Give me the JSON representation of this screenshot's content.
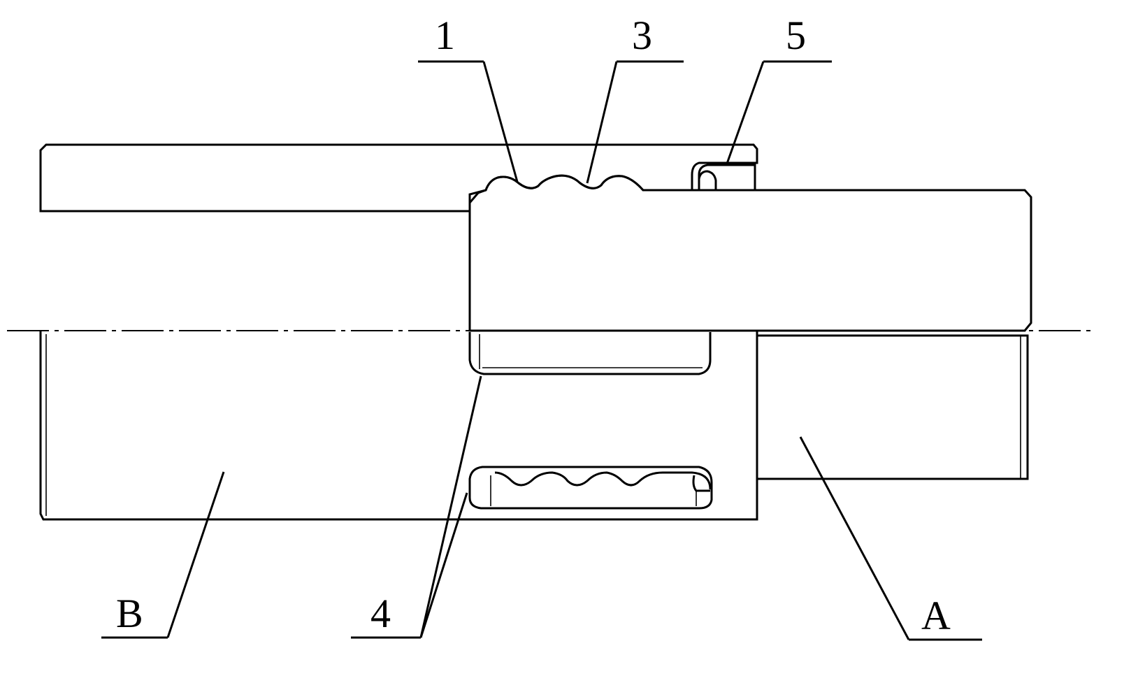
{
  "figure": {
    "type": "mechanical cross-section drawing",
    "line_color": "#000000",
    "background": "#ffffff",
    "labels": {
      "part_1": "1",
      "part_3": "3",
      "part_5": "5",
      "part_4": "4",
      "part_a": "A",
      "part_b": "B"
    }
  }
}
